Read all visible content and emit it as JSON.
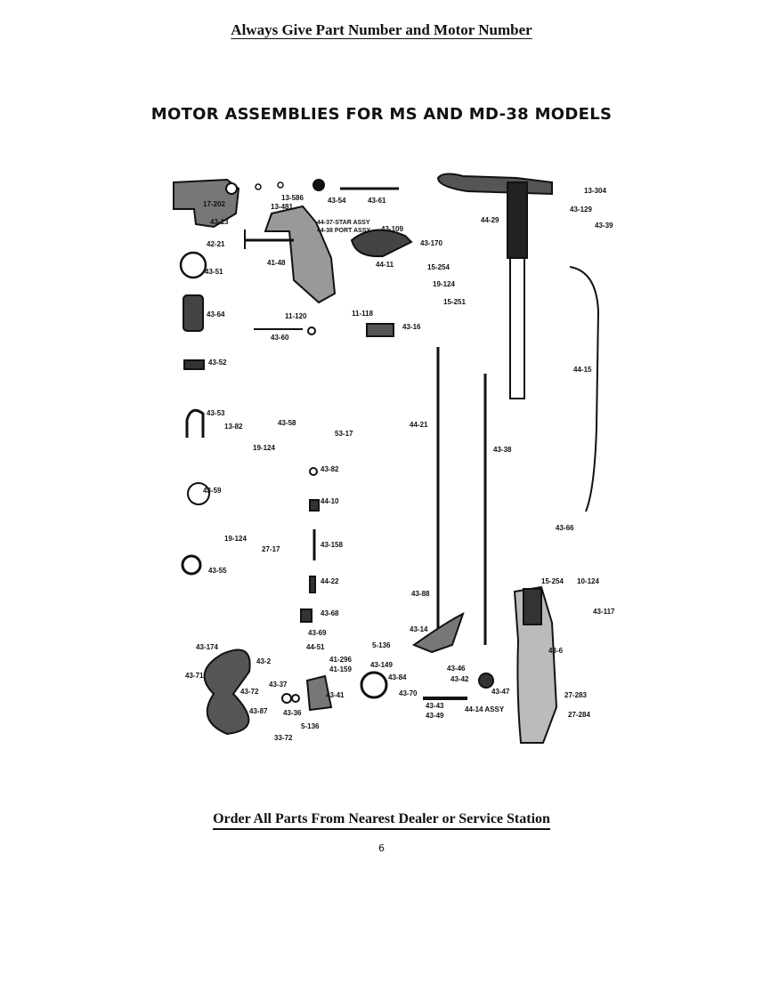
{
  "page": {
    "top_banner": "Always Give Part Number and Motor Number",
    "title": "MOTOR ASSEMBLIES FOR MS AND MD-38 MODELS",
    "bottom_banner": "Order All Parts From Nearest Dealer or Service Station",
    "page_number": "6"
  },
  "parts": [
    "17-202",
    "13-586",
    "13-481",
    "43-54",
    "43-61",
    "43-13",
    "44-37-STAR ASSY",
    "44-38 PORT ASSY",
    "43-109",
    "42-21",
    "43-170",
    "41-48",
    "44-11",
    "43-51",
    "15-254",
    "19-124",
    "15-251",
    "43-64",
    "11-120",
    "11-118",
    "43-60",
    "43-16",
    "43-52",
    "44-29",
    "13-304",
    "43-129",
    "43-39",
    "44-15",
    "43-53",
    "13-82",
    "43-58",
    "53-17",
    "19-124",
    "44-21",
    "43-38",
    "43-82",
    "43-59",
    "44-10",
    "19-124",
    "27-17",
    "43-158",
    "43-55",
    "44-22",
    "43-88",
    "43-68",
    "43-69",
    "43-14",
    "44-51",
    "5-136",
    "41-296",
    "41-159",
    "43-149",
    "43-84",
    "43-174",
    "43-2",
    "43-71",
    "43-37",
    "43-72",
    "43-87",
    "43-36",
    "43-41",
    "5-136",
    "33-72",
    "43-70",
    "43-46",
    "43-42",
    "43-47",
    "43-43",
    "43-49",
    "44-14 ASSY",
    "43-66",
    "15-254",
    "10-124",
    "43-117",
    "43-6",
    "27-283",
    "27-284"
  ]
}
